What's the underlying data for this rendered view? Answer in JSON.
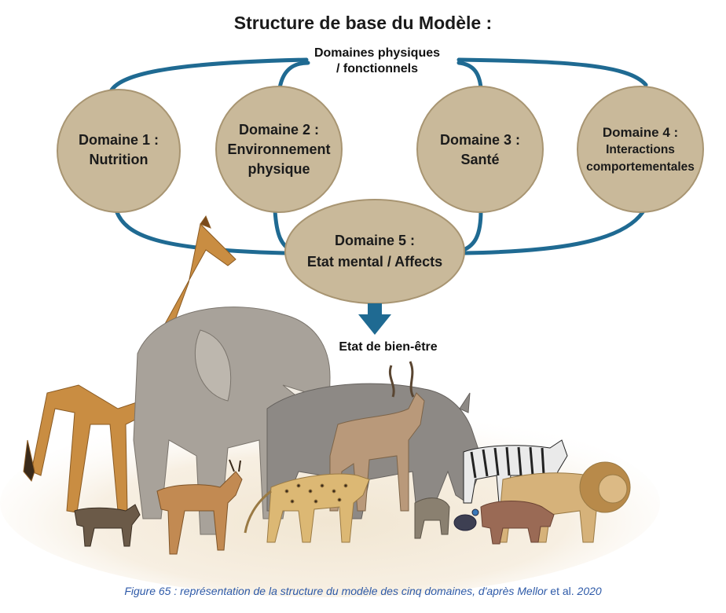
{
  "title": "Structure de base du Modèle :",
  "top_label": {
    "line1": "Domaines physiques",
    "line2": "/ fonctionnels"
  },
  "domains": [
    {
      "label": "Domaine 1 :",
      "sub": [
        "Nutrition"
      ]
    },
    {
      "label": "Domaine 2 :",
      "sub": [
        "Environnement",
        "physique"
      ]
    },
    {
      "label": "Domaine 3 :",
      "sub": [
        "Santé"
      ]
    },
    {
      "label": "Domaine 4 :",
      "sub": [
        "Interactions",
        "comportementales"
      ]
    }
  ],
  "center_domain": {
    "label": "Domaine 5 :",
    "sub": "Etat mental / Affects"
  },
  "outcome": "Etat de bien-être",
  "caption": {
    "part1": "Figure 65 : représentation de la structure du modèle des cinq domaines, d'après Mellor",
    "part2": " et al. ",
    "part3": "2020"
  },
  "image": {
    "subject": "illustration of African wildlife: giraffe, elephant, rhinoceros, kudu, zebra, lion, cheetah, impala, wild dog, baboon, warthog, guinea fowl"
  },
  "colors": {
    "node_fill": "#c9b99a",
    "node_stroke": "#a89572",
    "connector": "#1f6a92",
    "caption": "#2e5aa8"
  }
}
